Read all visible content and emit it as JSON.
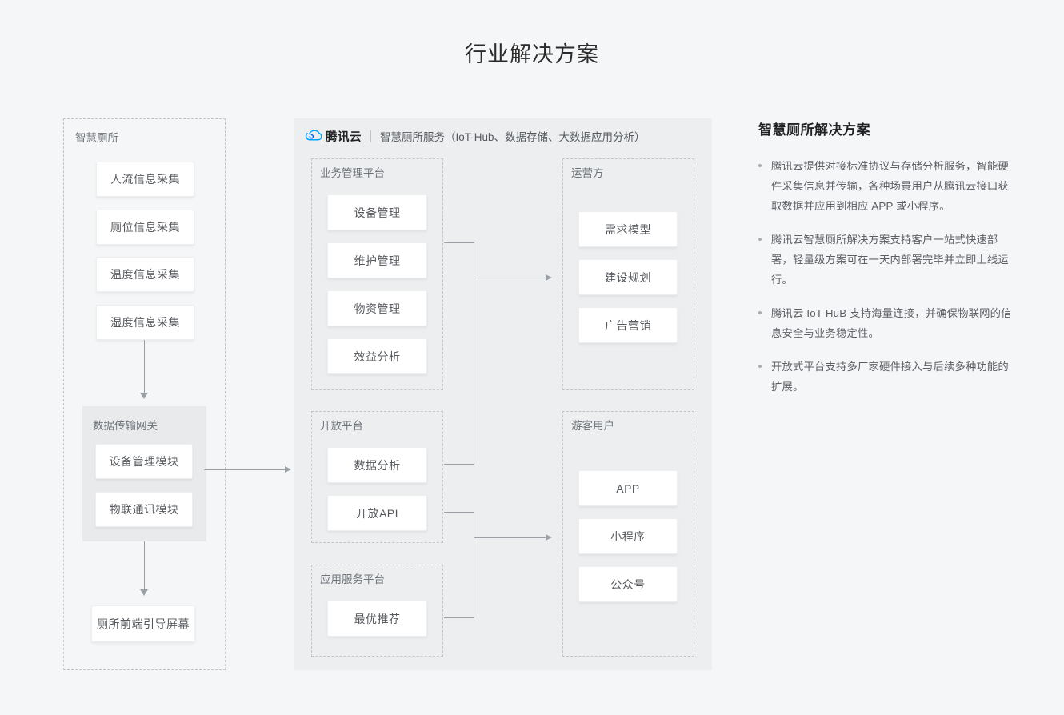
{
  "page": {
    "title": "行业解决方案",
    "background": "#f5f6f7"
  },
  "diagram": {
    "left_zone": {
      "label": "智慧厕所",
      "sensors": [
        {
          "label": "人流信息采集"
        },
        {
          "label": "厕位信息采集"
        },
        {
          "label": "温度信息采集"
        },
        {
          "label": "湿度信息采集"
        }
      ],
      "gateway": {
        "label": "数据传输网关",
        "background": "#e9eaec",
        "modules": [
          {
            "label": "设备管理模块"
          },
          {
            "label": "物联通讯模块"
          }
        ]
      },
      "terminal": {
        "label": "厕所前端引导屏幕"
      }
    },
    "cloud_panel": {
      "background": "#eceeef",
      "header": {
        "logo_icon": "tencent-cloud-icon",
        "logo_color": "#00a4ff",
        "brand": "腾讯云",
        "divider": "|",
        "subtitle": "智慧厕所服务（IoT-Hub、数据存储、大数据应用分析）"
      },
      "groups": [
        {
          "key": "business",
          "label": "业务管理平台",
          "items": [
            {
              "label": "设备管理"
            },
            {
              "label": "维护管理"
            },
            {
              "label": "物资管理"
            },
            {
              "label": "效益分析"
            }
          ]
        },
        {
          "key": "open",
          "label": "开放平台",
          "items": [
            {
              "label": "数据分析"
            },
            {
              "label": "开放API"
            }
          ]
        },
        {
          "key": "appservice",
          "label": "应用服务平台",
          "items": [
            {
              "label": "最优推荐"
            }
          ]
        },
        {
          "key": "operator",
          "label": "运营方",
          "items": [
            {
              "label": "需求模型"
            },
            {
              "label": "建设规划"
            },
            {
              "label": "广告营销"
            }
          ]
        },
        {
          "key": "visitor",
          "label": "游客用户",
          "items": [
            {
              "label": "APP"
            },
            {
              "label": "小程序"
            },
            {
              "label": "公众号"
            }
          ]
        }
      ]
    },
    "connector_color": "#9aa0a6"
  },
  "info_panel": {
    "title": "智慧厕所解决方案",
    "bullets": [
      {
        "text": "腾讯云提供对接标准协议与存储分析服务，智能硬件采集信息并传输，各种场景用户从腾讯云接口获取数据并应用到相应 APP 或小程序。"
      },
      {
        "text": "腾讯云智慧厕所解决方案支持客户一站式快速部署，轻量级方案可在一天内部署完毕并立即上线运行。"
      },
      {
        "text": "腾讯云 IoT HuB 支持海量连接，并确保物联网的信息安全与业务稳定性。"
      },
      {
        "text": "开放式平台支持多厂家硬件接入与后续多种功能的扩展。"
      }
    ]
  }
}
